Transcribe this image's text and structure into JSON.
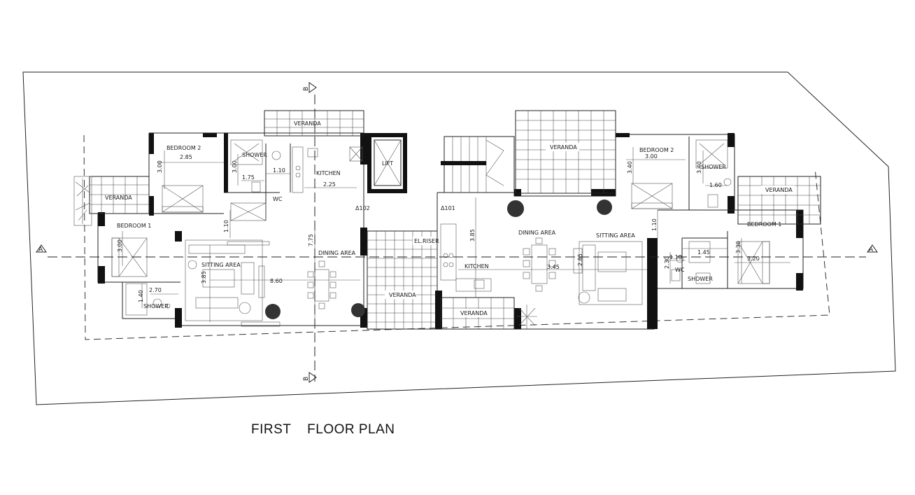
{
  "title": "FIRST    FLOOR PLAN",
  "section_markers": {
    "a": "A",
    "b": "B"
  },
  "levels": {
    "left": "Δ102",
    "right": "Δ101"
  },
  "left_unit": {
    "bedroom2": "BEDROOM 2",
    "bedroom1": "BEDROOM 1",
    "veranda_top": "VERANDA",
    "veranda_left": "VERANDA",
    "shower_top": "SHOWER",
    "shower_bottom": "SHOWER",
    "wc": "WC",
    "kitchen": "KITCHEN",
    "sitting": "SITTING AREA",
    "dining": "DINING AREA",
    "dims": {
      "d285": "2.85",
      "d300a": "3.00",
      "d300b": "3.00",
      "d175": "1.75",
      "d110a": "1.10",
      "d225": "2.25",
      "d110b": "1.10",
      "d775": "7.75",
      "d300c": "3.00",
      "d385": "3.85",
      "d860": "8.60",
      "d270": "2.70",
      "d140": "1.40"
    }
  },
  "core": {
    "lift": "LIFT",
    "el_riser": "EL.RISER",
    "veranda": "VERANDA"
  },
  "right_unit": {
    "veranda_top": "VERANDA",
    "veranda_bottom": "VERANDA",
    "dining": "DINING AREA",
    "sitting": "SITTING AREA",
    "kitchen": "KITCHEN",
    "bedroom2": "BEDROOM 2",
    "bedroom1": "BEDROOM 1",
    "veranda_right": "VERANDA",
    "shower_top": "SHOWER",
    "shower_bottom": "SHOWER",
    "wc": "WC",
    "dims": {
      "d385": "3.85",
      "d345": "3.45",
      "d300": "3.00",
      "d340a": "3.40",
      "d340b": "3.40",
      "d160": "1.60",
      "d110a": "1.10",
      "d110b": "1.10",
      "d145": "1.45",
      "d230": "2.30",
      "d330": "3.30",
      "d320": "3.20",
      "d285": "2.85"
    }
  }
}
